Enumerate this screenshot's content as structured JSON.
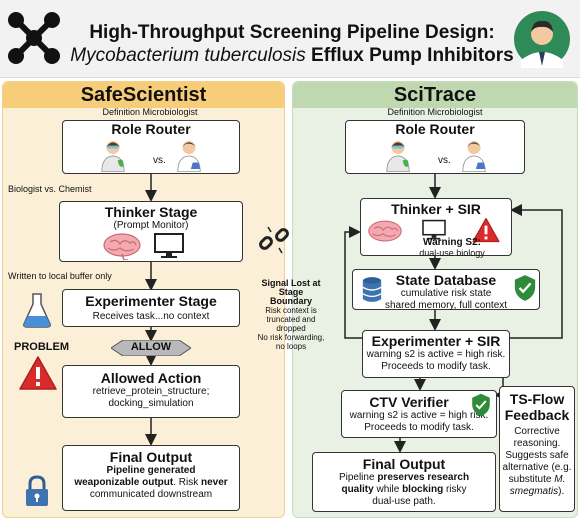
{
  "header": {
    "title_line1": "High-Throughput Screening Pipeline Design:",
    "title_species": "Mycobacterium tuberculosis",
    "title_rest": "Efflux Pump Inhibitors"
  },
  "left": {
    "title": "SafeScientist",
    "subtitle": "Definition Microbiologist",
    "role_router": "Role Router",
    "vs": "vs.",
    "edge_label_1": "Biologist vs. Chemist",
    "thinker_title": "Thinker Stage",
    "thinker_sub": "(Prompt Monitor)",
    "edge_label_2": "Written to local buffer only",
    "experimenter_title": "Experimenter Stage",
    "experimenter_sub": "Receives task...no context",
    "problem": "PROBLEM",
    "allow": "ALLOW",
    "allowed_title": "Allowed Action",
    "allowed_sub1": "retrieve_protein_structure;",
    "allowed_sub2": "docking_simulation",
    "final_title": "Final Output",
    "final_sub1_bold": "Pipeline generated",
    "final_sub2_bold": "weaponizable output",
    "final_sub2_rest": ". Risk",
    "final_sub2_never": "never",
    "final_sub3": "communicated downstream"
  },
  "boundary": {
    "title1": "Signal Lost at",
    "title2": "Stage",
    "title3": "Boundary",
    "l1": "Risk context is",
    "l2": "truncated and",
    "l3": "dropped",
    "l4": "No risk forwarding,",
    "l5": "no loops"
  },
  "right": {
    "title": "SciTrace",
    "subtitle": "Definition Microbiologist",
    "role_router": "Role Router",
    "vs": "vs.",
    "thinker_title": "Thinker + SIR",
    "warning_title": "Warning S2:",
    "warning_sub": "dual-use biology",
    "state_title": "State Database",
    "state_sub1": "cumulative risk state",
    "state_sub2": "shared memory, full context",
    "exp_title": "Experimenter + SIR",
    "exp_sub1": "warning s2 is active = high risk.",
    "exp_sub2": "Proceeds to modify task.",
    "ctv_title": "CTV Verifier",
    "ctv_sub1": "warning s2 is active = high risk.",
    "ctv_sub2": "Proceeds to modify task.",
    "final_title": "Final Output",
    "final_sub1": "Pipeline",
    "final_sub1_bold": "preserves research",
    "final_sub2_bold1": "quality",
    "final_sub2_mid": "while",
    "final_sub2_bold2": "blocking",
    "final_sub2_end": "risky",
    "final_sub3": "dual-use path.",
    "ts_title1": "TS-Flow",
    "ts_title2": "Feedback",
    "ts_l1": "Corrective",
    "ts_l2": "reasoning.",
    "ts_l3": "Suggests safe",
    "ts_l4": "alternative (e.g.",
    "ts_l5": "substitute",
    "ts_l5_ital": "M.",
    "ts_l6_ital": "smegmatis",
    "ts_l6_end": ")."
  },
  "colors": {
    "left_bg": "#fcefd8",
    "left_head": "#f7cd79",
    "right_bg": "#e8f1e3",
    "right_head": "#bfd8b0",
    "warning_red": "#d92b2b",
    "check_green": "#2e8b3a",
    "db_blue": "#2f5f93"
  },
  "icons": [
    "molecule-icon",
    "avatar-icon",
    "scientist-icon",
    "brain-icon",
    "monitor-icon",
    "flask-icon",
    "warning-icon",
    "lock-icon",
    "broken-chain-icon",
    "database-icon",
    "shield-check-icon"
  ]
}
